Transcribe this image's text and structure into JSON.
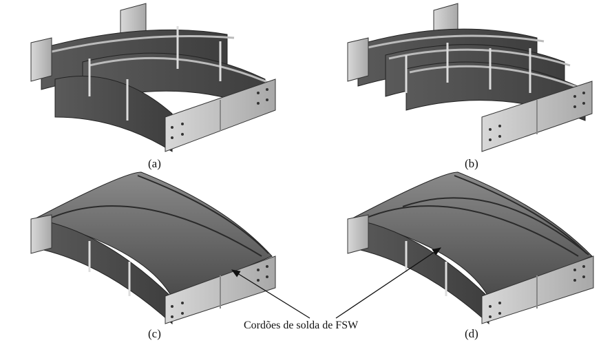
{
  "panels": [
    {
      "id": "a",
      "label": "(a)"
    },
    {
      "id": "b",
      "label": "(b)"
    },
    {
      "id": "c",
      "label": "(c)"
    },
    {
      "id": "d",
      "label": "(d)"
    }
  ],
  "callout": {
    "text": "Cordões de solda de FSW"
  }
}
